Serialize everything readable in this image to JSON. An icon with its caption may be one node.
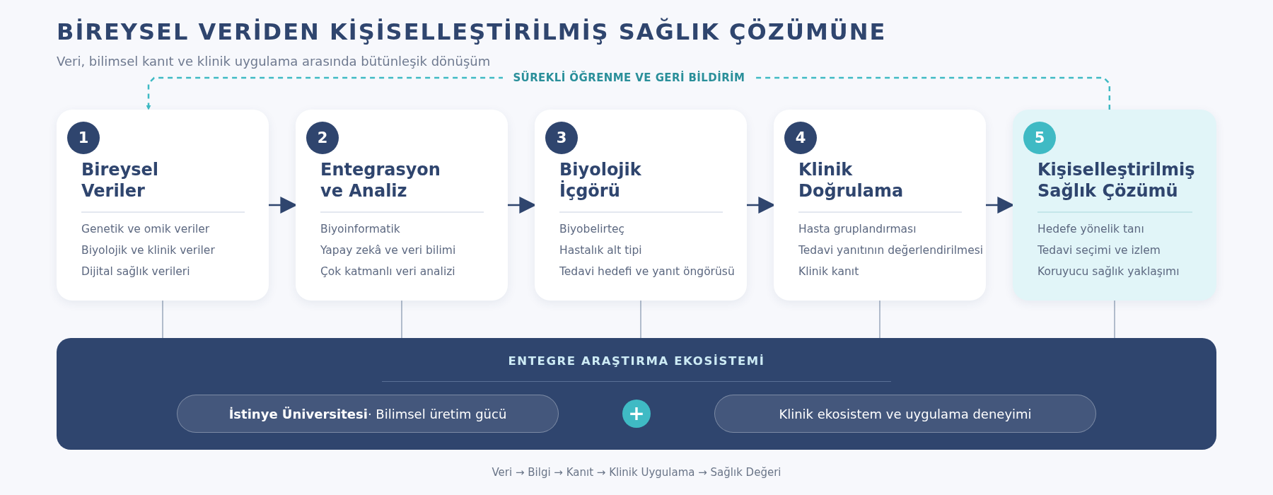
{
  "diagram": {
    "title": "BİREYSEL VERİDEN KİŞİSELLEŞTİRİLMİŞ SAĞLIK ÇÖZÜMÜNE",
    "nodes": [
      {
        "text": [
          "1",
          "Bireysel Veriler",
          "Genetik ve omik veriler",
          "Biyolojik ve klinik veriler",
          "Dijital sağlık verileri"
        ]
      },
      {
        "text": [
          "2",
          "Entegrasyon ve Analiz",
          "Biyoinformatik",
          "Yapay zekâ ve veri bilimi",
          "Çok katmanlı veri analizi"
        ]
      },
      {
        "text": [
          "3",
          "Biyolojik İçgörü",
          "Biyobelirteç",
          "Hastalık alt tipi",
          "Tedavi hedefi ve yanıt öngörüsü"
        ]
      },
      {
        "text": [
          "4",
          "Klinik Doğrulama",
          "Hasta gruplandırması",
          "Tedavi yanıtının değerlendirilmesi",
          "Klinik kanıt"
        ]
      },
      {
        "text": [
          "5",
          "Kişiselleştirilmiş Sağlık Çözümü",
          "Hedefe yönelik tanı",
          "Tedavi seçimi ve izlem",
          "Koruyucu sağlık yaklaşımı"
        ]
      },
      {
        "text": [
          "ENTEGRE ARAŞTIRMA EKOSİSTEMİ"
        ]
      },
      {
        "text": [
          "**İstinye Üniversitesi**· Bilimsel üretim gücü"
        ],
        "in": 5
      },
      {
        "text": [
          "+"
        ],
        "in": 5
      },
      {
        "text": [
          "Klinik ekosistem ve uygulama deneyimi"
        ],
        "in": 5
      }
    ],
    "edges": [
      {
        "from": 0,
        "to": 1,
        "arrow": "to",
        "color": "#2f456e"
      },
      {
        "from": 1,
        "to": 2,
        "arrow": "to",
        "color": "#2f456e"
      },
      {
        "from": 2,
        "to": 3,
        "arrow": "to",
        "color": "#2f456e"
      },
      {
        "from": 3,
        "to": 4,
        "arrow": "to",
        "color": "#2f456e"
      },
      {
        "from": 4,
        "to": 0,
        "arrow": "to",
        "label": "SÜREKLİ ÖĞRENME VE GERİ BİLDİRİM",
        "style": "dashed",
        "color": "#3fbac4"
      },
      {
        "from": 0,
        "to": 5,
        "arrow": "none"
      },
      {
        "from": 1,
        "to": 5,
        "arrow": "none"
      },
      {
        "from": 2,
        "to": 5,
        "arrow": "none"
      },
      {
        "from": 3,
        "to": 5,
        "arrow": "none"
      },
      {
        "from": 4,
        "to": 5,
        "arrow": "none"
      }
    ],
    "labels": [
      "Veri, bilimsel kanıt ve klinik uygulama arasında bütünleşik dönüşüm",
      "Veri → Bilgi → Kanıt → Klinik Uygulama → Sağlık Değeri"
    ]
  }
}
